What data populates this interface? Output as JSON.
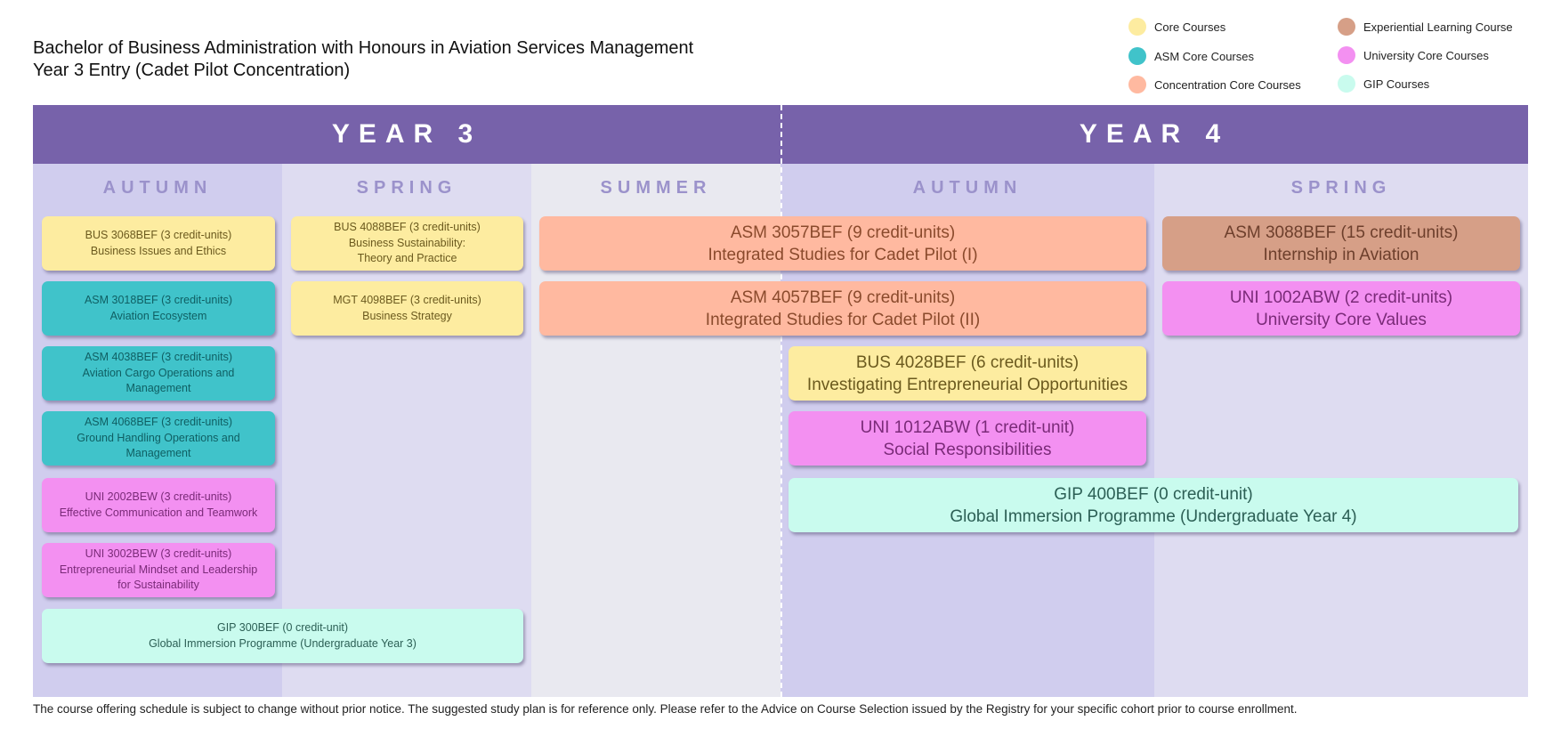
{
  "title": {
    "line1": "Bachelor of Business Administration with Honours in Aviation Services Management",
    "line2": "Year 3 Entry (Cadet Pilot Concentration)"
  },
  "legend": [
    {
      "label": "Core Courses",
      "color": "#fdeca0"
    },
    {
      "label": "ASM Core Courses",
      "color": "#40c3ca"
    },
    {
      "label": "Concentration Core Courses",
      "color": "#ffb9a0"
    },
    {
      "label": "Experiential Learning Course",
      "color": "#d69f87"
    },
    {
      "label": "University Core Courses",
      "color": "#f390f1"
    },
    {
      "label": "GIP Courses",
      "color": "#c9fbee"
    }
  ],
  "years": [
    "YEAR 3",
    "YEAR 4"
  ],
  "terms": [
    "AUTUMN",
    "SPRING",
    "SUMMER",
    "AUTUMN",
    "SPRING"
  ],
  "courses": [
    {
      "code": "BUS 3068BEF (3 credit-units)",
      "name": "Business Issues and Ethics",
      "category": "Core Courses"
    },
    {
      "code": "ASM 3018BEF (3 credit-units)",
      "name": "Aviation Ecosystem",
      "category": "ASM Core Courses"
    },
    {
      "code": "ASM 4038BEF (3 credit-units)",
      "name_line1": "Aviation Cargo Operations and",
      "name_line2": "Management",
      "category": "ASM Core Courses"
    },
    {
      "code": "ASM 4068BEF (3 credit-units)",
      "name_line1": "Ground Handling Operations and",
      "name_line2": "Management",
      "category": "ASM Core Courses"
    },
    {
      "code": "UNI 2002BEW (3 credit-units)",
      "name": "Effective Communication and Teamwork",
      "category": "University Core Courses"
    },
    {
      "code": "UNI 3002BEW (3 credit-units)",
      "name_line1": "Entrepreneurial Mindset and Leadership",
      "name_line2": "for Sustainability",
      "category": "University Core Courses"
    },
    {
      "code": "GIP 300BEF (0 credit-unit)",
      "name": "Global Immersion Programme (Undergraduate Year 3)",
      "category": "GIP Courses"
    },
    {
      "code": "BUS 4088BEF (3 credit-units)",
      "name_line1": "Business Sustainability:",
      "name_line2": "Theory and Practice",
      "category": "Core Courses"
    },
    {
      "code": "MGT 4098BEF (3 credit-units)",
      "name": "Business Strategy",
      "category": "Core Courses"
    },
    {
      "code": "ASM 3057BEF (9 credit-units)",
      "name": "Integrated Studies for Cadet Pilot (I)",
      "category": "Concentration Core Courses"
    },
    {
      "code": "ASM 4057BEF (9 credit-units)",
      "name": "Integrated Studies for Cadet Pilot (II)",
      "category": "Concentration Core Courses"
    },
    {
      "code": "BUS 4028BEF (6 credit-units)",
      "name": "Investigating Entrepreneurial Opportunities",
      "category": "Core Courses"
    },
    {
      "code": "UNI 1012ABW (1 credit-unit)",
      "name": "Social Responsibilities",
      "category": "University Core Courses"
    },
    {
      "code": "GIP 400BEF (0 credit-unit)",
      "name": "Global Immersion Programme (Undergraduate Year 4)",
      "category": "GIP Courses"
    },
    {
      "code": "ASM 3088BEF (15 credit-units)",
      "name": "Internship in Aviation",
      "category": "Experiential Learning Course"
    },
    {
      "code": "UNI 1002ABW (2 credit-units)",
      "name": "University Core Values",
      "category": "University Core Courses"
    }
  ],
  "footer": "The course offering schedule is subject to change without prior notice. The suggested study plan is for reference only. Please refer to the Advice on Course Selection issued by the Registry for your specific cohort prior to course enrollment."
}
